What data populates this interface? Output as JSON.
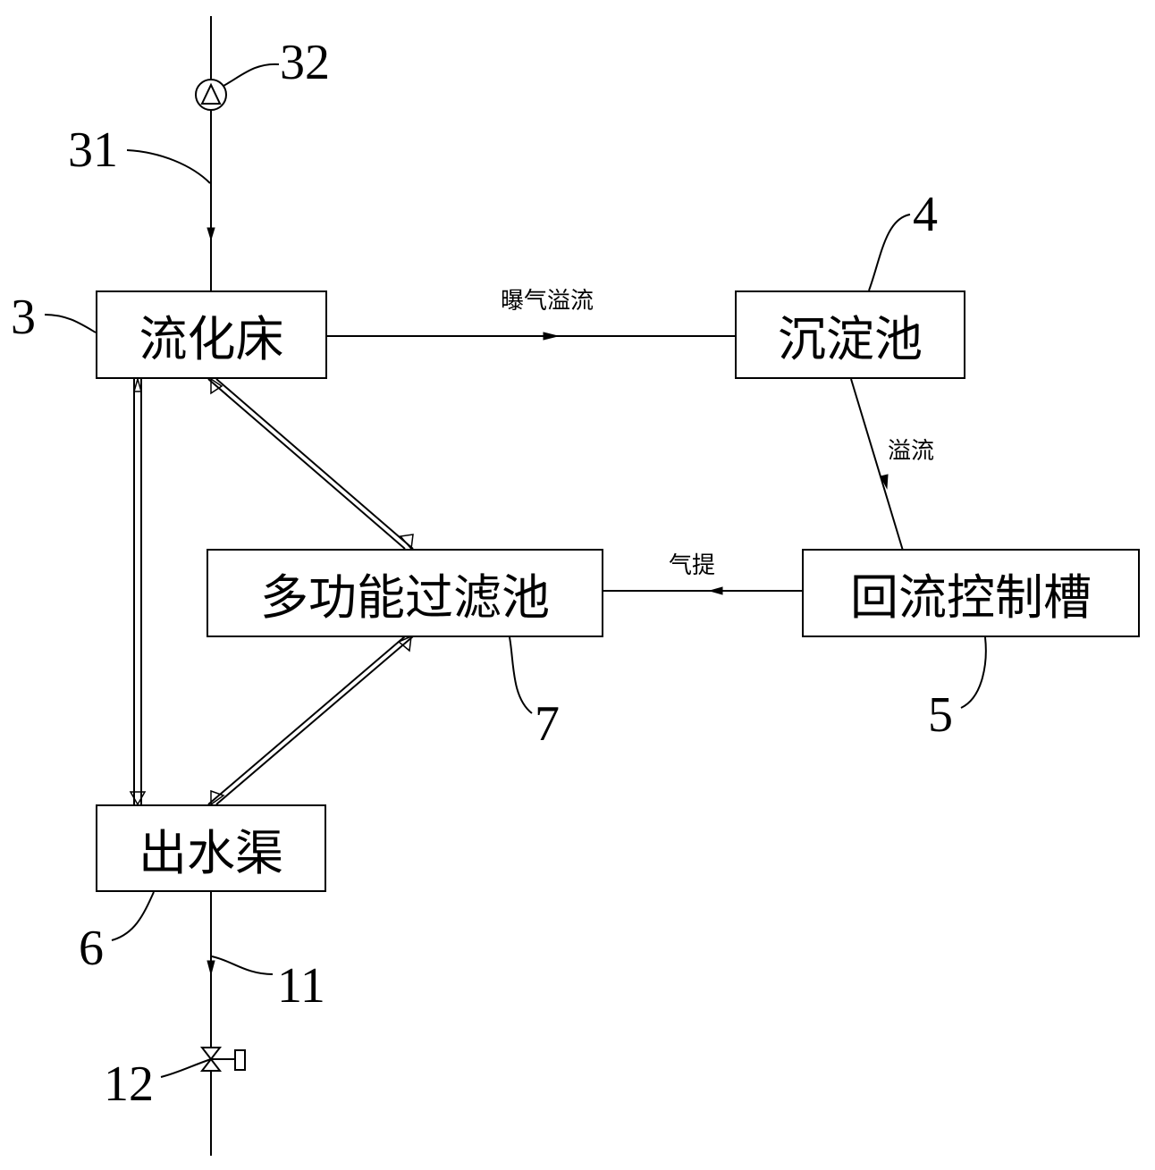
{
  "boxes": {
    "fluidized_bed": "流化床",
    "settling_tank": "沉淀池",
    "return_control_tank": "回流控制槽",
    "multifunction_filter": "多功能过滤池",
    "outlet_channel": "出水渠"
  },
  "flow_labels": {
    "aeration_overflow": "曝气溢流",
    "overflow": "溢流",
    "air_lift": "气提"
  },
  "reference_numerals": {
    "n3": "3",
    "n4": "4",
    "n5": "5",
    "n6": "6",
    "n7": "7",
    "n11": "11",
    "n12": "12",
    "n31": "31",
    "n32": "32"
  }
}
